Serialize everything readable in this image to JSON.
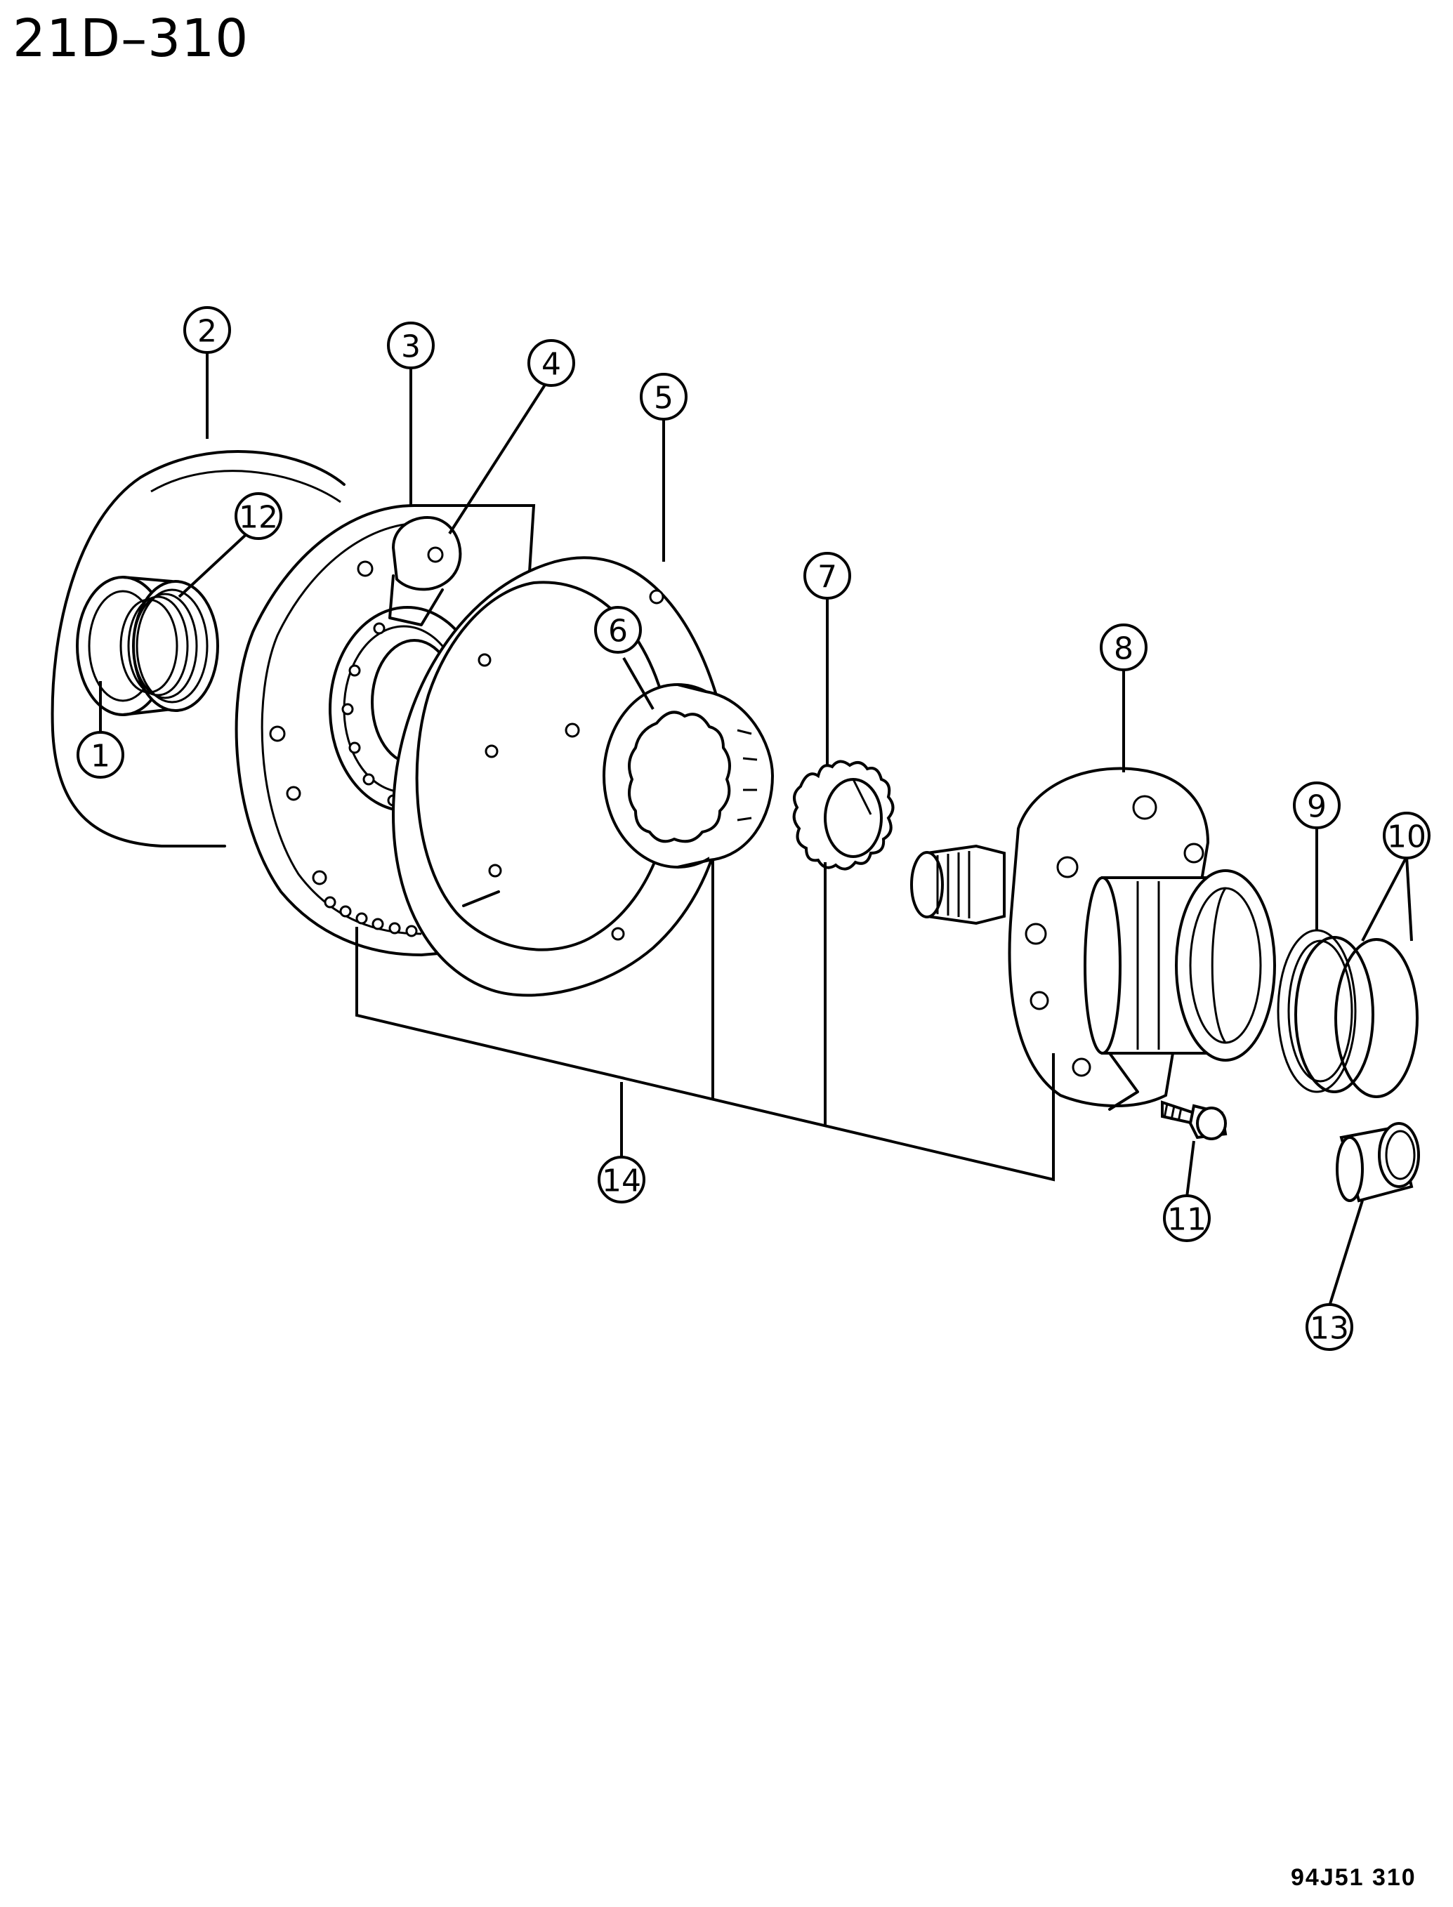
{
  "page_code": "21D–310",
  "drawing_number": "94J51  310",
  "callouts": [
    "1",
    "2",
    "3",
    "4",
    "5",
    "6",
    "7",
    "8",
    "9",
    "10",
    "11",
    "12",
    "13",
    "14"
  ],
  "icons": [
    "oil-pump-exploded-view"
  ]
}
